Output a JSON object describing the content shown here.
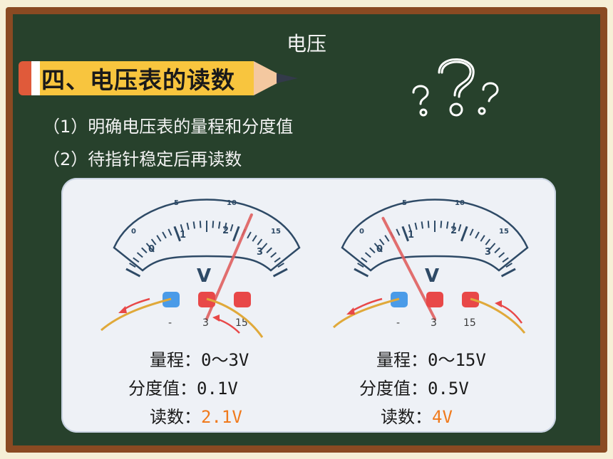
{
  "slide": {
    "title": "电压",
    "heading": "四、电压表的读数",
    "steps": [
      "（1）明确电压表的量程和分度值",
      "（2）待指针稳定后再读数"
    ]
  },
  "meters": [
    {
      "unit": "V",
      "top_scale": [
        "0",
        "5",
        "10",
        "15"
      ],
      "bottom_scale": [
        "0",
        "1",
        "2",
        "3"
      ],
      "terminals": [
        "-",
        "3",
        "15"
      ],
      "range_label": "量程：",
      "range_value": "0～3V",
      "division_label": "分度值：",
      "division_value": "0.1V",
      "reading_label": "读数：",
      "reading_value": "2.1V",
      "reading_volts": 2.1,
      "full_scale_volts": 3
    },
    {
      "unit": "V",
      "top_scale": [
        "0",
        "5",
        "10",
        "15"
      ],
      "bottom_scale": [
        "0",
        "1",
        "2",
        "3"
      ],
      "terminals": [
        "-",
        "3",
        "15"
      ],
      "range_label": "量程：",
      "range_value": "0～15V",
      "division_label": "分度值：",
      "division_value": "0.5V",
      "reading_label": "读数：",
      "reading_value": "4V",
      "reading_volts": 4,
      "full_scale_volts": 15
    }
  ],
  "colors": {
    "board": "#27412c",
    "frame": "#8a4a22",
    "highlight": "#f07a1c",
    "needle": "#e06060",
    "terminal_negative": "#4a9be8",
    "terminal_positive": "#e84848",
    "wire": "#e0a93a"
  }
}
